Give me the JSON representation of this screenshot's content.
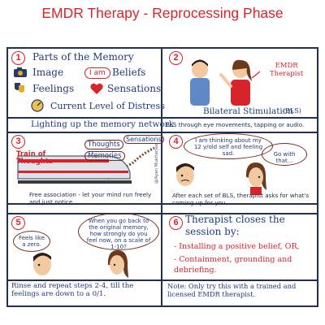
{
  "title": "EMDR Therapy - Reprocessing Phase",
  "panel1": {
    "number": "1",
    "heading": "Parts of the Memory",
    "image": "Image",
    "iam": "I am",
    "beliefs": "Beliefs",
    "feelings": "Feelings",
    "sensations": "Sensations",
    "distress": "Current Level of Distress",
    "caption": "Lighting up the memory network"
  },
  "panel2": {
    "number": "2",
    "therapist_label": "EMDR\nTherapist",
    "bls": "Bilateral Stimulation",
    "bls_abbr": "(BLS)",
    "caption": "BLS through eye movements, tapping or audio."
  },
  "panel3": {
    "number": "3",
    "train_label": "Train of\nThoughts",
    "thoughts": "Thoughts",
    "sensations": "Sensations",
    "memories": "Memories",
    "caption": "Free association - let your mind run freely and just notice."
  },
  "panel4": {
    "number": "4",
    "client_bubble": "I am thinking about my 12 y/old self and feeling sad.",
    "therapist_bubble": "Go with that...",
    "signature": "@Ayan Mukherjee",
    "caption": "After each set of BLS, therapist asks for what's coming up for you."
  },
  "panel5": {
    "number": "5",
    "therapist_bubble": "When you go back to the original memory, how strongly do you feel now, on a scale of 1-10?",
    "client_bubble": "Feels like a zero.",
    "caption": "Rinse and repeat steps 2-4, till the feelings are down to a 0/1."
  },
  "panel6": {
    "number": "6",
    "heading": "Therapist closes the session by:",
    "item1": "- Installing a positive belief, OR,",
    "item2": "- Containment, grounding and debriefing.",
    "caption": "Note: Only try this with a trained and licensed EMDR therapist."
  },
  "colors": {
    "accent": "#d8232a",
    "ink": "#233a7a",
    "border": "#223055"
  }
}
